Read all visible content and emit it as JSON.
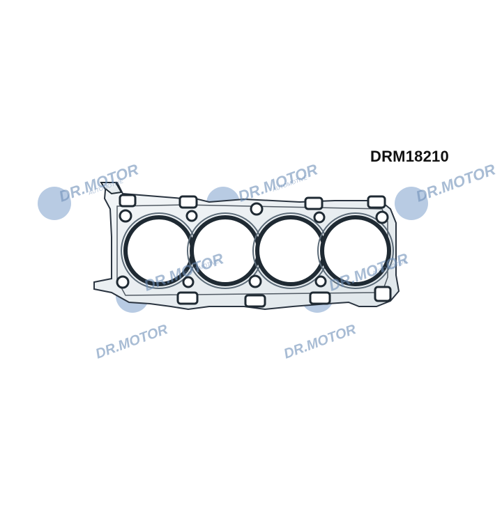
{
  "product": {
    "code": "DRM18210"
  },
  "watermark": {
    "brand_text": "DR.MOTOR",
    "sub_text": "AUTOMOTIVE",
    "brand_color": "#6f8fb8",
    "circle_color": "#7ea1cc"
  },
  "gasket": {
    "cylinder_bores": 4,
    "steel_color": "#e8eef2",
    "seal_color": "#1f2a33"
  }
}
